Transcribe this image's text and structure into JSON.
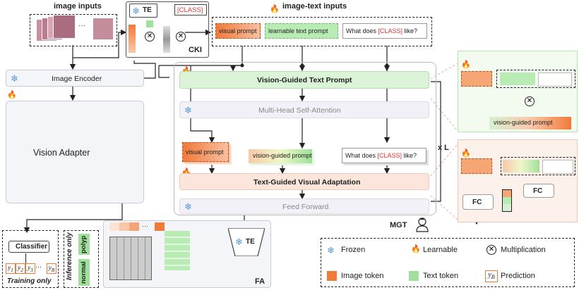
{
  "headers": {
    "image_inputs": "image inputs",
    "image_text_inputs": "image-text inputs"
  },
  "cki": {
    "te": "TE",
    "class_token": "[CLASS]",
    "label": "CKI"
  },
  "prompts": {
    "visual": "visual prompt",
    "learnable_text": "learnable text prompt",
    "question_prefix": "What does ",
    "question_class": "[CLASS]",
    "question_suffix": " like?",
    "vision_guided": "vision-guided prompt"
  },
  "left": {
    "image_encoder": "Image Encoder",
    "vision_adapter": "Vision Adapter",
    "classifier": "Classifier",
    "training_only": "Training only",
    "inference_only": "Inference only",
    "classes": [
      "polyp",
      "normal"
    ],
    "preds": [
      "y",
      "y",
      "y",
      "y"
    ],
    "pred_subs": [
      "1",
      "2",
      "3",
      "B"
    ],
    "dots": "···"
  },
  "mgt": {
    "vgtp": "Vision-Guided Text Prompt",
    "mhsa": "Multi-Head Self-Attention",
    "tgva": "Text-Guided Visual Adaptation",
    "ff": "Feed Forward",
    "repeat": "x L",
    "label": "MGT"
  },
  "fa": {
    "te": "TE",
    "label": "FA"
  },
  "right": {
    "vg_prompt": "vision-guided prompt",
    "fc": "FC"
  },
  "legend": {
    "frozen": "Frozen",
    "learnable": "Learnable",
    "multiplication": "Multiplication",
    "image_token": "Image token",
    "text_token": "Text token",
    "prediction": "Prediction",
    "pred_glyph": "y",
    "pred_sub": "B"
  },
  "colors": {
    "orange": "#f07a3a",
    "green": "#9fe09a",
    "frozen_blue": "#5b9bd5",
    "fire_red": "#c0392b",
    "class_red": "#e0342a"
  }
}
